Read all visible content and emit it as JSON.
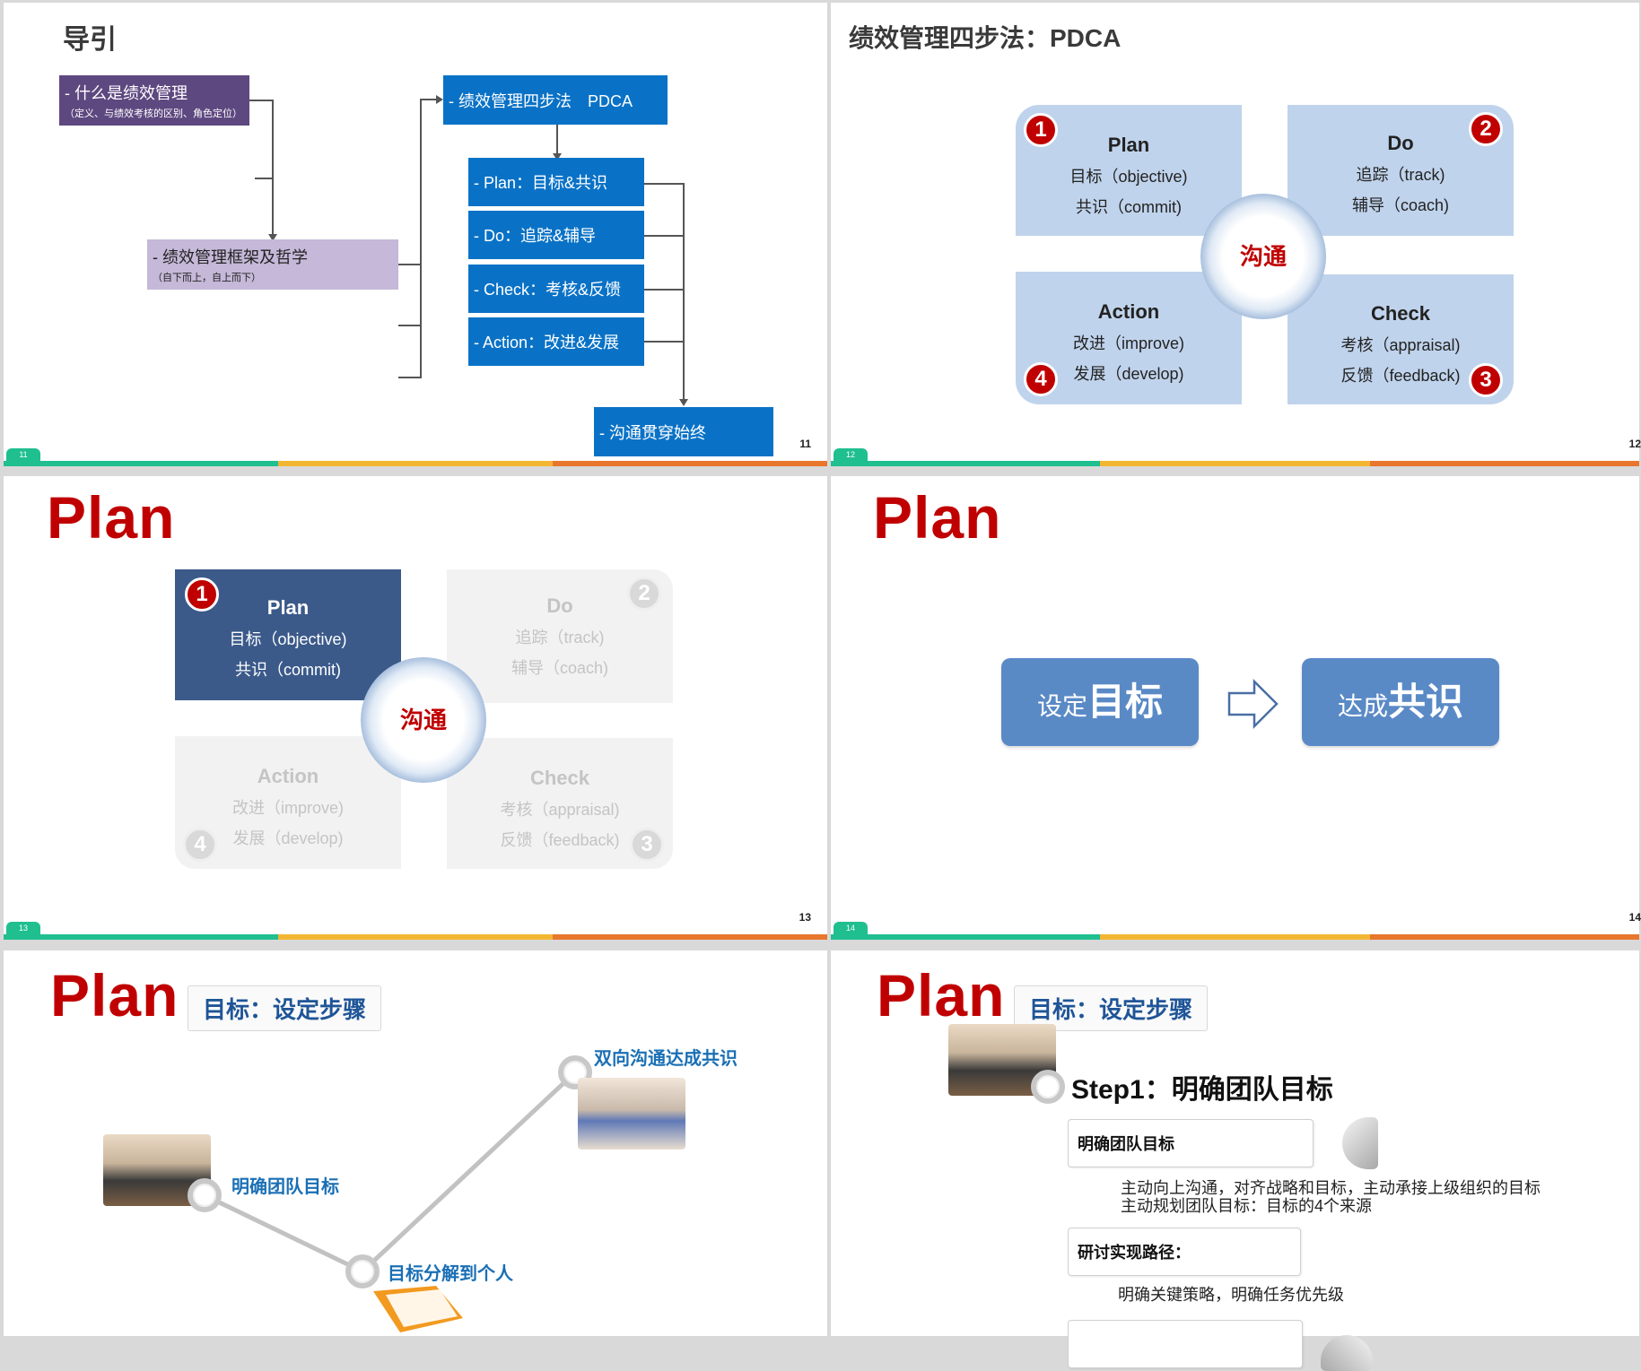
{
  "colors": {
    "footer": [
      "#1fbf8f",
      "#f2b632",
      "#e8762c"
    ],
    "accent_red": "#c00000",
    "box_blue": "#0a72c6",
    "quad_blue": "#c0d3ec"
  },
  "slide1": {
    "title": "导引",
    "box_what": "- 什么是绩效管理",
    "box_what_sub": "（定义、与绩效考核的区别、角色定位）",
    "box_framework": "- 绩效管理框架及哲学",
    "box_framework_sub": "（自下而上，自上而下）",
    "box_pdca": "- 绩效管理四步法　PDCA",
    "steps": [
      "- Plan：目标&共识",
      "- Do：追踪&辅导",
      "- Check：考核&反馈",
      "- Action：改进&发展"
    ],
    "box_comm": "- 沟通贯穿始终",
    "tab": "11",
    "page": "11"
  },
  "slide2": {
    "title": "绩效管理四步法：PDCA",
    "center": "沟通",
    "plan": {
      "title": "Plan",
      "l1": "目标（objective)",
      "l2": "共识（commit)",
      "num": "1"
    },
    "do": {
      "title": "Do",
      "l1": "追踪（track)",
      "l2": "辅导（coach)",
      "num": "2"
    },
    "check": {
      "title": "Check",
      "l1": "考核（appraisal)",
      "l2": "反馈（feedback)",
      "num": "3"
    },
    "action": {
      "title": "Action",
      "l1": "改进（improve)",
      "l2": "发展（develop)",
      "num": "4"
    },
    "tab": "12",
    "page": "12"
  },
  "slide3": {
    "title": "Plan",
    "center": "沟通",
    "plan": {
      "title": "Plan",
      "l1": "目标（objective)",
      "l2": "共识（commit)",
      "num": "1"
    },
    "do": {
      "title": "Do",
      "l1": "追踪（track)",
      "l2": "辅导（coach)",
      "num": "2"
    },
    "check": {
      "title": "Check",
      "l1": "考核（appraisal)",
      "l2": "反馈（feedback)",
      "num": "3"
    },
    "action": {
      "title": "Action",
      "l1": "改进（improve)",
      "l2": "发展（develop)",
      "num": "4"
    },
    "tab": "13",
    "page": "13"
  },
  "slide4": {
    "title": "Plan",
    "left_small": "设定",
    "left_big": "目标",
    "right_small": "达成",
    "right_big": "共识",
    "tab": "14",
    "page": "14"
  },
  "slide5": {
    "title": "Plan",
    "subtitle": "目标：设定步骤",
    "label_team": "明确团队目标",
    "label_split": "目标分解到个人",
    "label_consensus": "双向沟通达成共识"
  },
  "slide6": {
    "title": "Plan",
    "subtitle": "目标：设定步骤",
    "step1": "Step1：明确团队目标",
    "box1": "明确团队目标",
    "text1a": "主动向上沟通，对齐战略和目标，主动承接上级组织的目标",
    "text1b": "主动规划团队目标：目标的4个来源",
    "box2": "研讨实现路径：",
    "text2": "明确关键策略，明确任务优先级"
  }
}
